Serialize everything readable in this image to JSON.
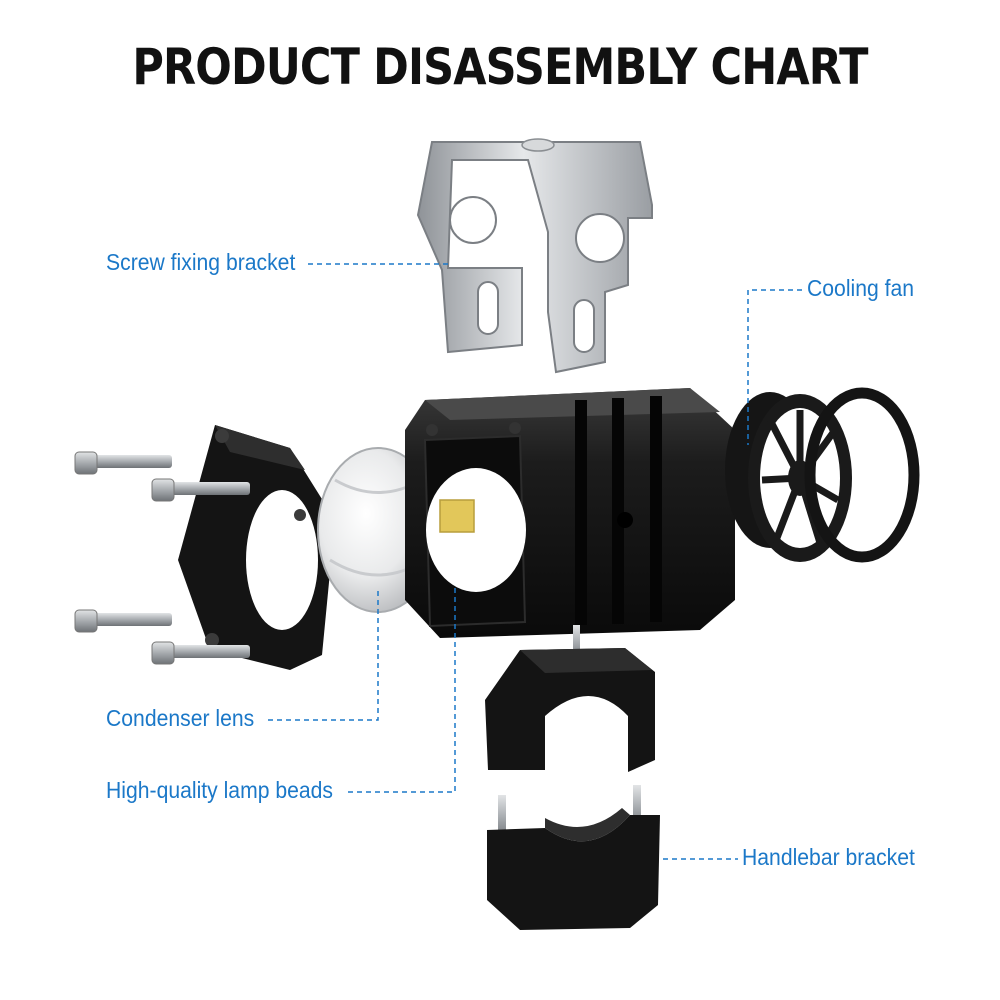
{
  "title": "PRODUCT DISASSEMBLY CHART",
  "labels": {
    "screw_fixing_bracket": "Screw fixing bracket",
    "cooling_fan": "Cooling fan",
    "condenser_lens": "Condenser lens",
    "lamp_beads": "High-quality lamp beads",
    "handlebar_bracket": "Handlebar bracket"
  },
  "colors": {
    "label": "#1b78c8",
    "title": "#111111",
    "metal_body": "#151515",
    "steel": "#b9bcc0"
  }
}
